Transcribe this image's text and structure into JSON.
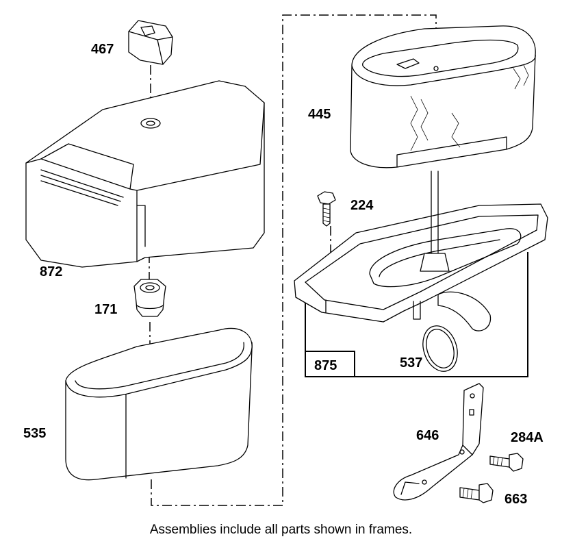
{
  "parts": [
    {
      "id": "467"
    },
    {
      "id": "872"
    },
    {
      "id": "171"
    },
    {
      "id": "535"
    },
    {
      "id": "445"
    },
    {
      "id": "224"
    },
    {
      "id": "875"
    },
    {
      "id": "537"
    },
    {
      "id": "646"
    },
    {
      "id": "284A"
    },
    {
      "id": "663"
    }
  ],
  "caption": "Assemblies include all parts shown in frames."
}
